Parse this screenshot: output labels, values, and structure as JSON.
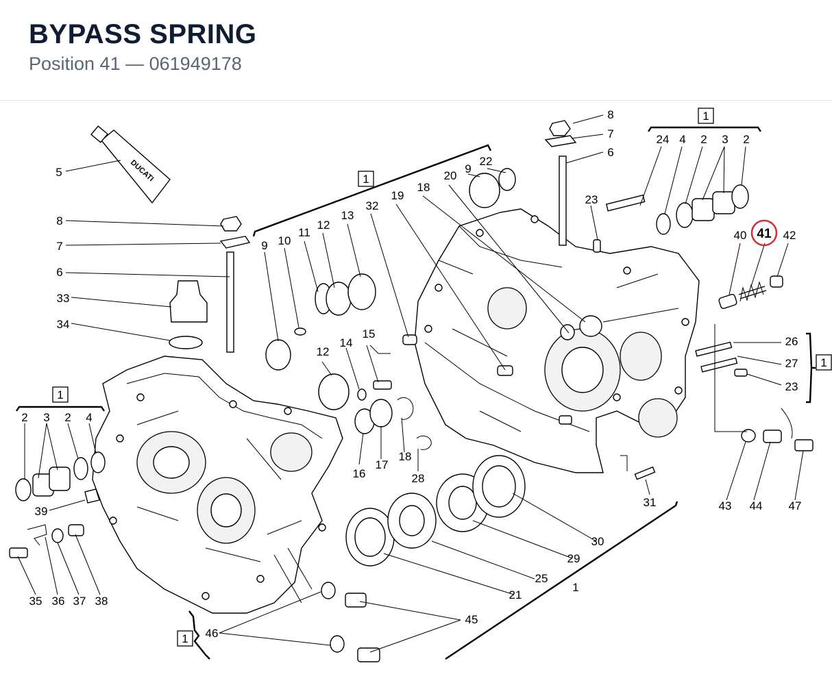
{
  "header": {
    "title": "BYPASS SPRING",
    "position_label": "Position 41",
    "dash": "—",
    "part_number": "061949178"
  },
  "diagram": {
    "highlight_color": "#d32f2f",
    "highlighted_callout": "41",
    "tube_brand": "DUCATI",
    "bracket_label": "1",
    "callouts": {
      "c1": "1",
      "c2": "2",
      "c3": "3",
      "c4": "4",
      "c5": "5",
      "c6": "6",
      "c7": "7",
      "c8": "8",
      "c9": "9",
      "c10": "10",
      "c11": "11",
      "c12": "12",
      "c13": "13",
      "c14": "14",
      "c15": "15",
      "c16": "16",
      "c17": "17",
      "c18": "18",
      "c19": "19",
      "c20": "20",
      "c21": "21",
      "c22": "22",
      "c23": "23",
      "c24": "24",
      "c25": "25",
      "c26": "26",
      "c27": "27",
      "c28": "28",
      "c29": "29",
      "c30": "30",
      "c31": "31",
      "c32": "32",
      "c33": "33",
      "c34": "34",
      "c35": "35",
      "c36": "36",
      "c37": "37",
      "c38": "38",
      "c39": "39",
      "c40": "40",
      "c41": "41",
      "c42": "42",
      "c43": "43",
      "c44": "44",
      "c45": "45",
      "c46": "46",
      "c47": "47"
    }
  }
}
